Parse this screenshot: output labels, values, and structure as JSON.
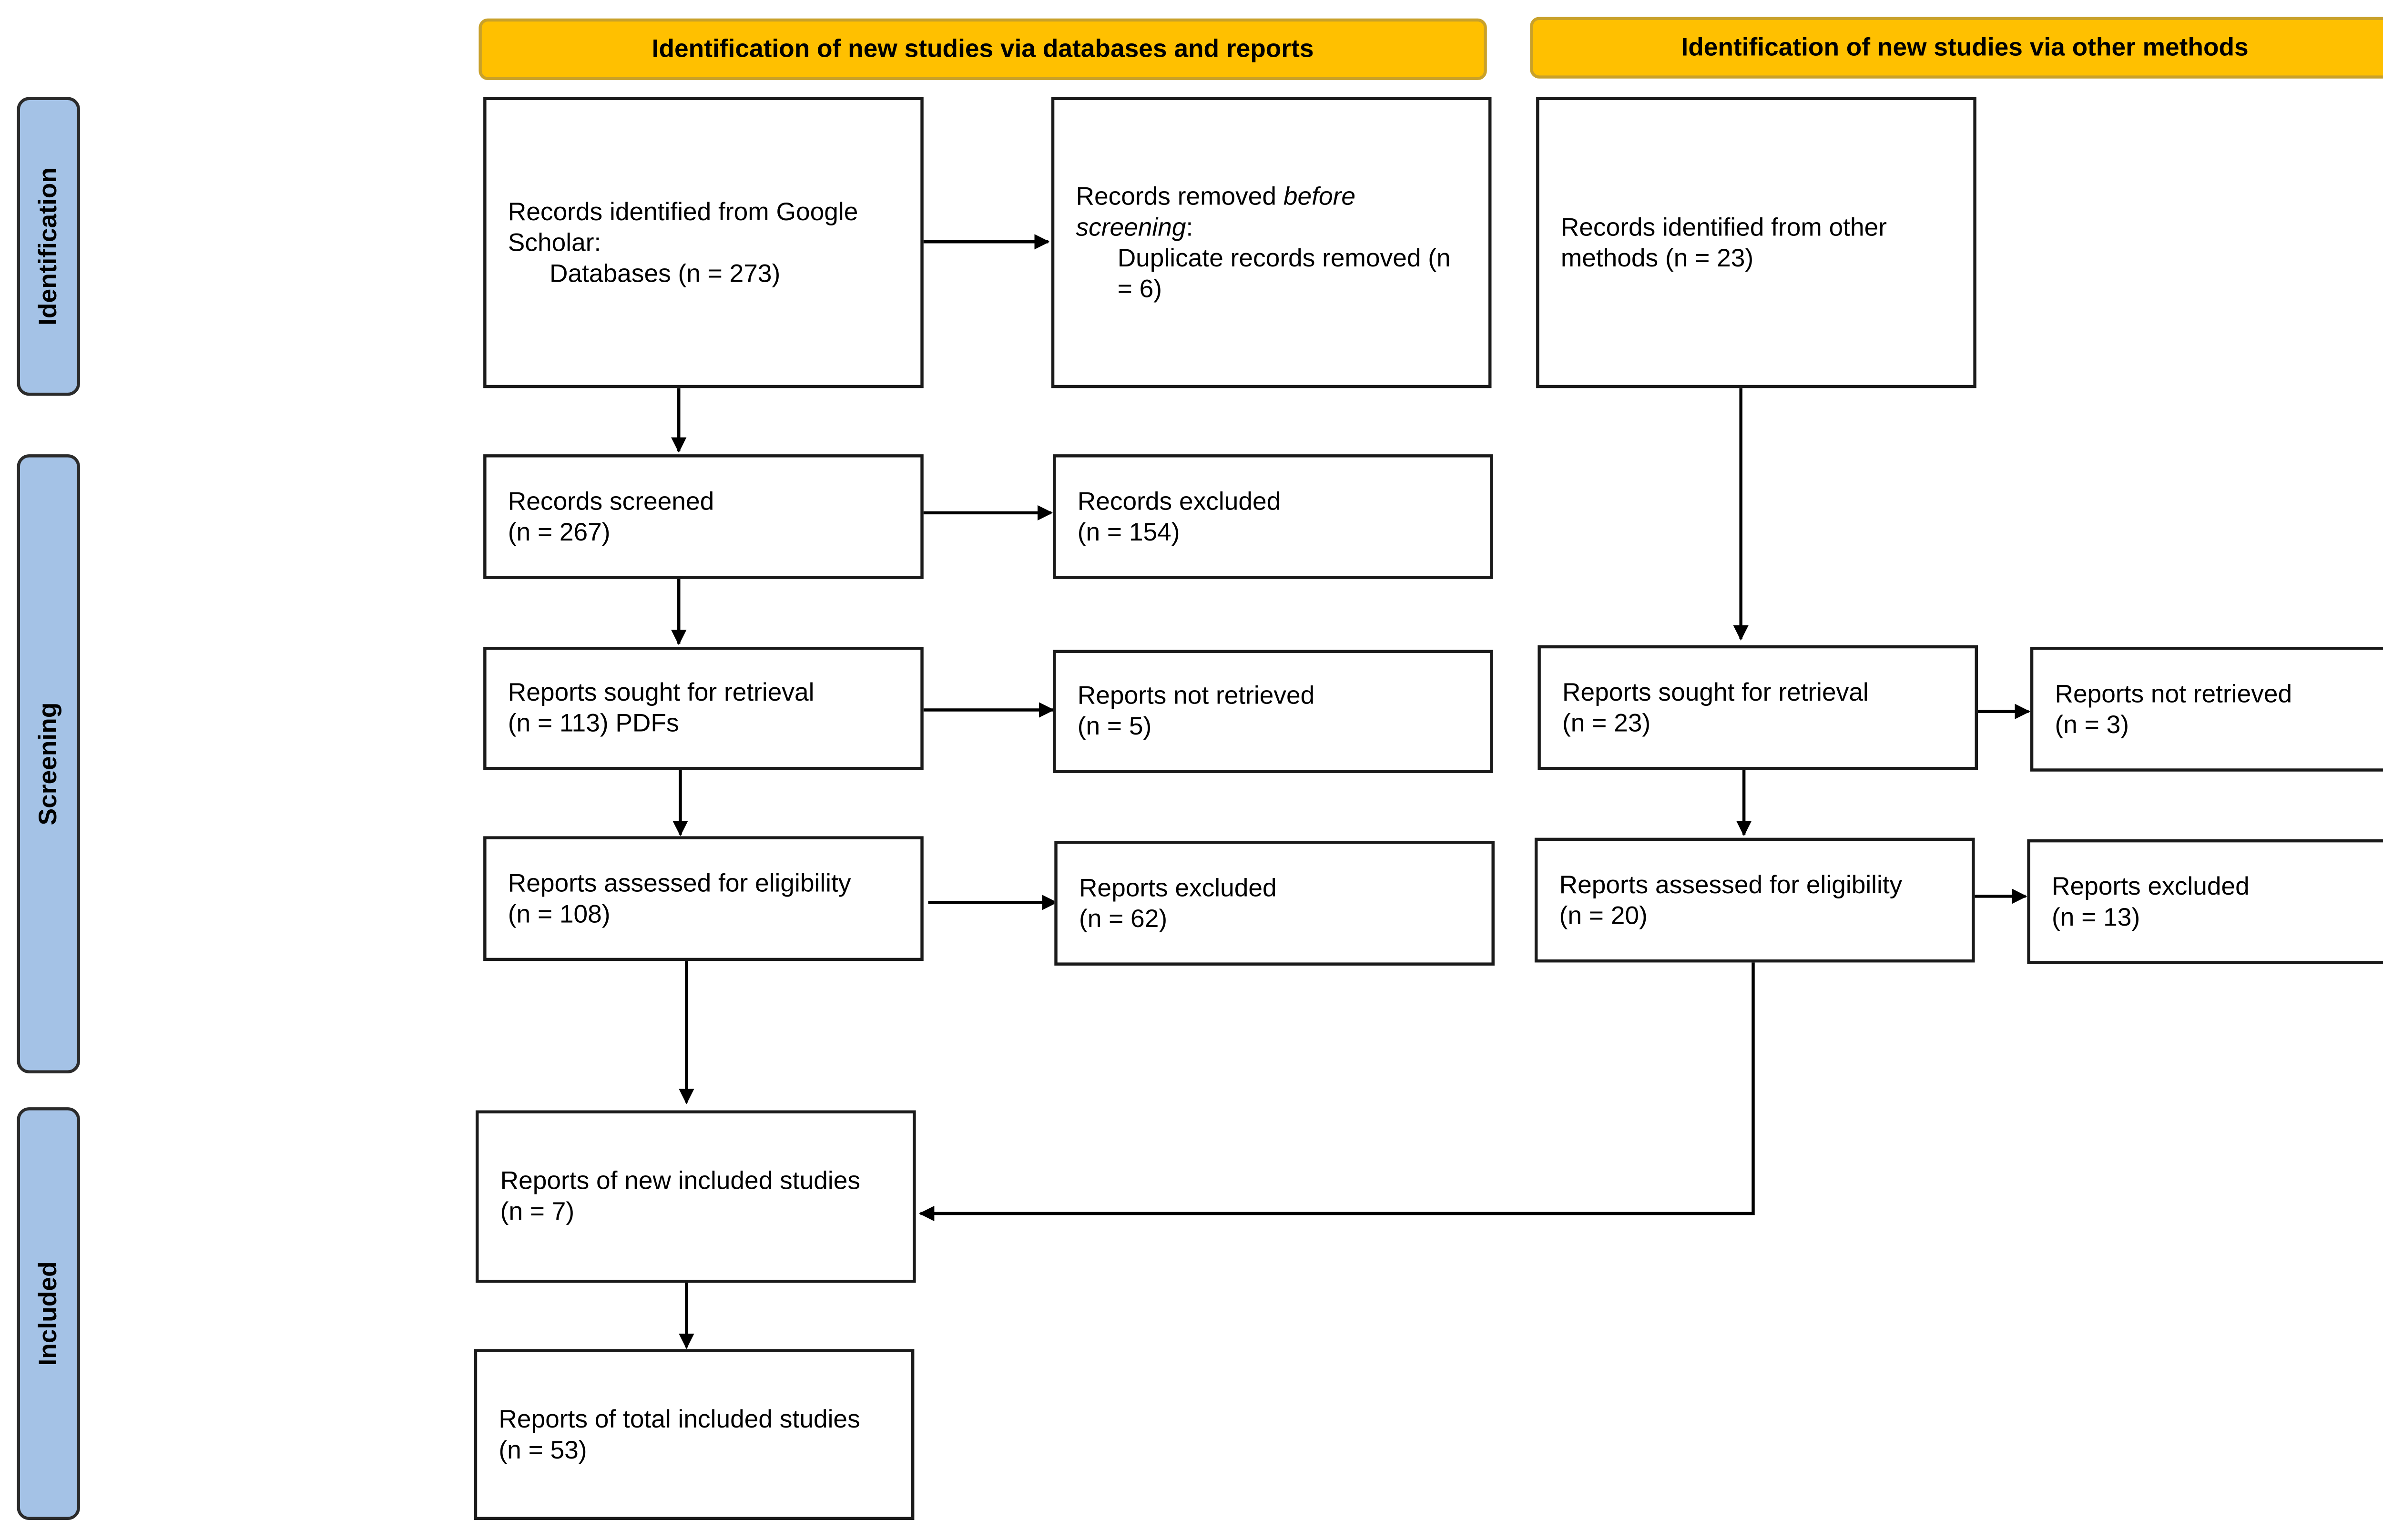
{
  "headers": {
    "databases": "Identification of new studies via databases and reports",
    "other": "Identification of new studies via other methods"
  },
  "phases": {
    "identification": "Identification",
    "screening": "Screening",
    "included": "Included"
  },
  "boxes": {
    "records_identified": {
      "line1": "Records identified from Google",
      "line2": "Scholar:",
      "line3": "Databases (n = 273)"
    },
    "records_removed": {
      "prefix": "Records removed ",
      "emph1": "before",
      "emph2": "screening",
      "suffix": ":",
      "detail": "Duplicate records removed (n = 6)"
    },
    "other_identified": {
      "line1": "Records identified from other",
      "line2": "methods (n = 23)"
    },
    "records_screened": {
      "line1": "Records screened",
      "line2": "(n = 267)"
    },
    "records_excluded": {
      "line1": "Records excluded",
      "line2": "(n = 154)"
    },
    "reports_sought": {
      "line1": "Reports sought for retrieval",
      "line2": "(n = 113) PDFs"
    },
    "reports_not_retrieved": {
      "line1": "Reports not retrieved",
      "line2": "(n = 5)"
    },
    "other_sought": {
      "line1": "Reports sought for retrieval",
      "line2": "(n = 23)"
    },
    "other_not_retrieved": {
      "line1": "Reports not retrieved",
      "line2": "(n = 3)"
    },
    "reports_assessed": {
      "line1": "Reports assessed for eligibility",
      "line2": "(n = 108)"
    },
    "reports_excluded": {
      "line1": "Reports excluded",
      "line2": "(n = 62)"
    },
    "other_assessed": {
      "line1": "Reports assessed for eligibility",
      "line2": "(n = 20)"
    },
    "other_excluded": {
      "line1": "Reports excluded",
      "line2": "(n = 13)"
    },
    "new_included": {
      "line1": "Reports of new included studies",
      "line2": "(n = 7)"
    },
    "total_included": {
      "line1": "Reports of total included studies",
      "line2": "(n = 53)"
    }
  },
  "colors": {
    "header_fill": "#ffc000",
    "phase_fill": "#a4c2e6",
    "border": "#1a1a1a"
  }
}
